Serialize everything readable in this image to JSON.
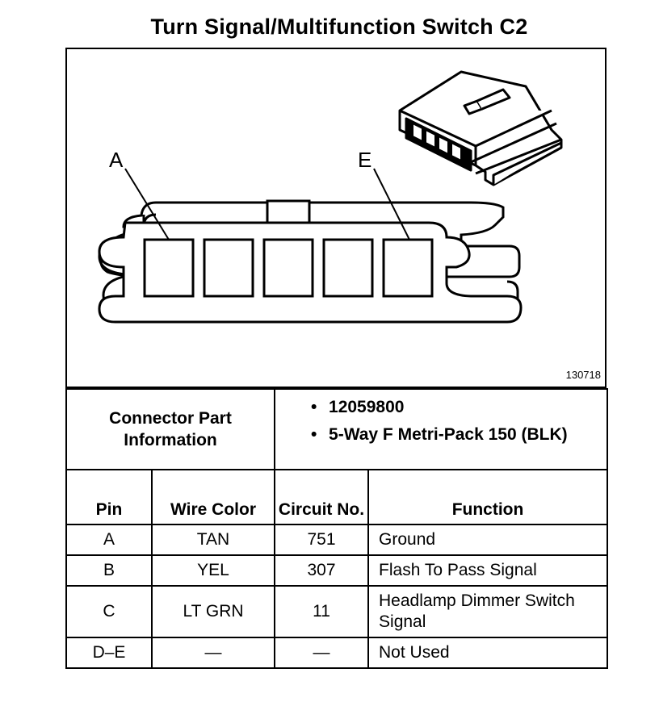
{
  "title": "Turn Signal/Multifunction Switch C2",
  "figure_id": "130718",
  "pin_labels": {
    "first": "A",
    "last": "E"
  },
  "connector_info": {
    "label": "Connector Part Information",
    "items": [
      "12059800",
      "5-Way F Metri-Pack 150 (BLK)"
    ]
  },
  "columns": [
    "Pin",
    "Wire Color",
    "Circuit No.",
    "Function"
  ],
  "rows": [
    {
      "pin": "A",
      "wire_color": "TAN",
      "circuit": "751",
      "function": "Ground"
    },
    {
      "pin": "B",
      "wire_color": "YEL",
      "circuit": "307",
      "function": "Flash To Pass Signal"
    },
    {
      "pin": "C",
      "wire_color": "LT GRN",
      "circuit": "11",
      "function": "Headlamp Dimmer Switch Signal"
    },
    {
      "pin": "D–E",
      "wire_color": "—",
      "circuit": "—",
      "function": "Not Used"
    }
  ]
}
